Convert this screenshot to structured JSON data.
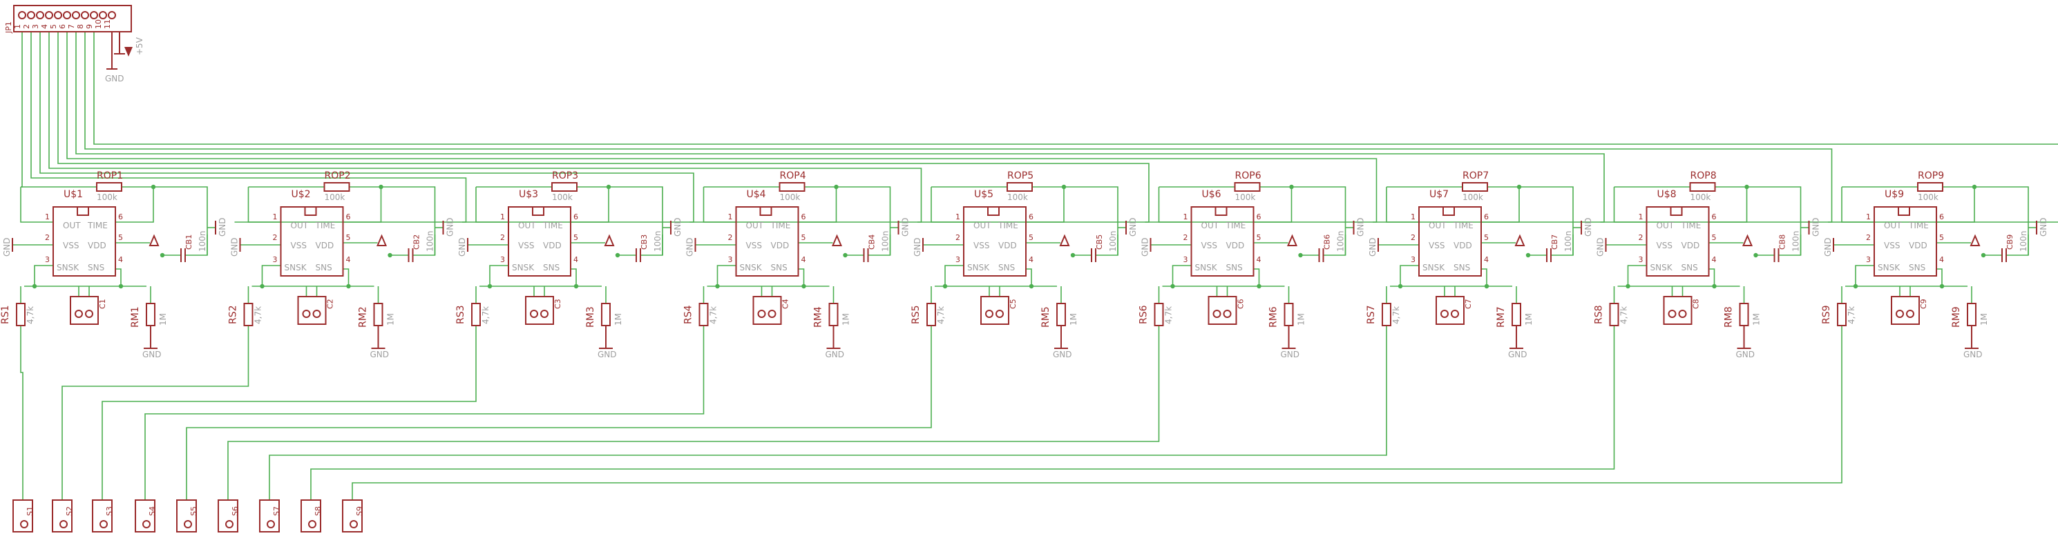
{
  "connector": {
    "name": "JP1",
    "pins": 11
  },
  "supply": {
    "v_label": "+5V",
    "gnd_label": "GND"
  },
  "gnd_label": "GND",
  "ic_pins": {
    "out": "OUT",
    "time": "TIME",
    "vss": "VSS",
    "vdd": "VDD",
    "snsk": "SNSK",
    "sns": "SNS"
  },
  "pin_numbers": [
    "1",
    "2",
    "3",
    "4",
    "5",
    "6"
  ],
  "units": [
    {
      "ic": "U$1",
      "rop": "ROP1",
      "rop_val": "100k",
      "cb": "CB1",
      "cb_val": "100n",
      "c": "C1",
      "rs": "RS1",
      "rs_val": "4,7k",
      "rm": "RM1",
      "rm_val": "1M",
      "sensor": "S1"
    },
    {
      "ic": "U$2",
      "rop": "ROP2",
      "rop_val": "100k",
      "cb": "CB2",
      "cb_val": "100n",
      "c": "C2",
      "rs": "RS2",
      "rs_val": "4,7k",
      "rm": "RM2",
      "rm_val": "1M",
      "sensor": "S2"
    },
    {
      "ic": "U$3",
      "rop": "ROP3",
      "rop_val": "100k",
      "cb": "CB3",
      "cb_val": "100n",
      "c": "C3",
      "rs": "RS3",
      "rs_val": "4,7k",
      "rm": "RM3",
      "rm_val": "1M",
      "sensor": "S3"
    },
    {
      "ic": "U$4",
      "rop": "ROP4",
      "rop_val": "100k",
      "cb": "CB4",
      "cb_val": "100n",
      "c": "C4",
      "rs": "RS4",
      "rs_val": "4,7k",
      "rm": "RM4",
      "rm_val": "1M",
      "sensor": "S4"
    },
    {
      "ic": "U$5",
      "rop": "ROP5",
      "rop_val": "100k",
      "cb": "CB5",
      "cb_val": "100n",
      "c": "C5",
      "rs": "RS5",
      "rs_val": "4,7k",
      "rm": "RM5",
      "rm_val": "1M",
      "sensor": "S5"
    },
    {
      "ic": "U$6",
      "rop": "ROP6",
      "rop_val": "100k",
      "cb": "CB6",
      "cb_val": "100n",
      "c": "C6",
      "rs": "RS6",
      "rs_val": "4,7k",
      "rm": "RM6",
      "rm_val": "1M",
      "sensor": "S6"
    },
    {
      "ic": "U$7",
      "rop": "ROP7",
      "rop_val": "100k",
      "cb": "CB7",
      "cb_val": "100n",
      "c": "C7",
      "rs": "RS7",
      "rs_val": "4,7k",
      "rm": "RM7",
      "rm_val": "1M",
      "sensor": "S7"
    },
    {
      "ic": "U$8",
      "rop": "ROP8",
      "rop_val": "100k",
      "cb": "CB8",
      "cb_val": "100n",
      "c": "C8",
      "rs": "RS8",
      "rs_val": "4,7k",
      "rm": "RM8",
      "rm_val": "1M",
      "sensor": "S8"
    },
    {
      "ic": "U$9",
      "rop": "ROP9",
      "rop_val": "100k",
      "cb": "CB9",
      "cb_val": "100n",
      "c": "C9",
      "rs": "RS9",
      "rs_val": "4,7k",
      "rm": "RM9",
      "rm_val": "1M",
      "sensor": "S9"
    }
  ]
}
